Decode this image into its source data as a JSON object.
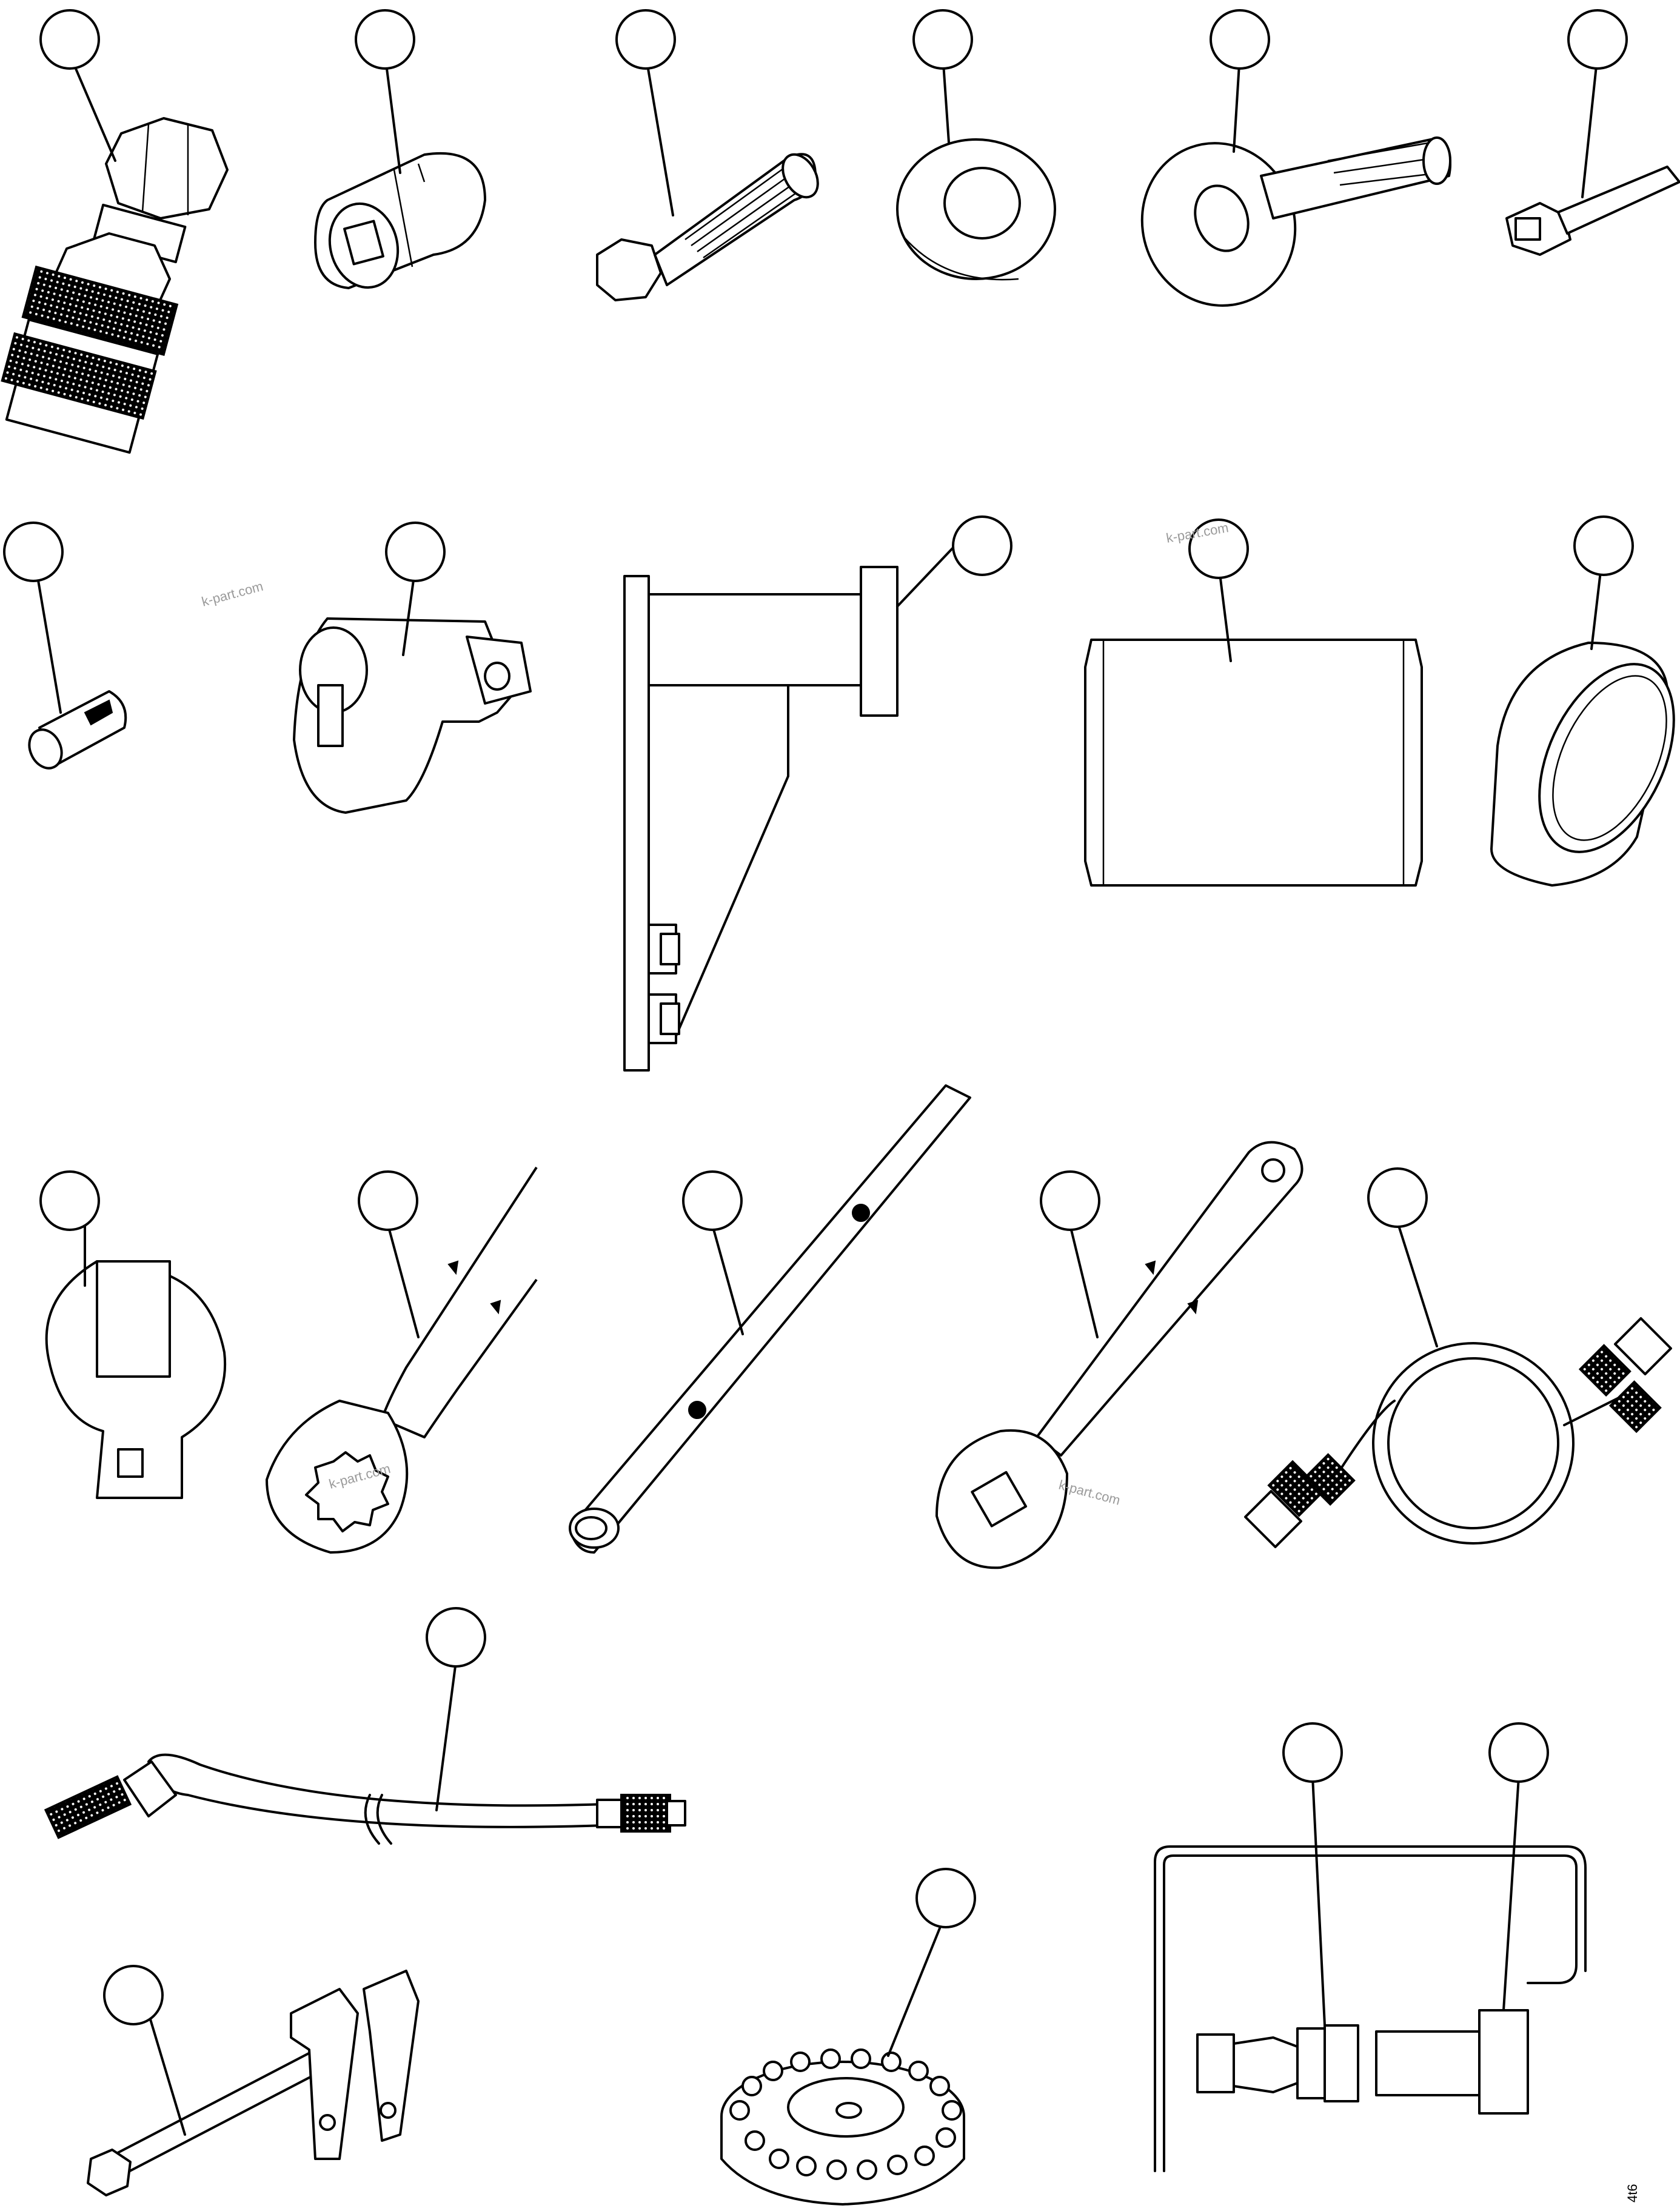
{
  "watermarks": [
    "k-part.com",
    "k-part.com",
    "k-part.com",
    "k-part.com"
  ],
  "figure_code": "4t6"
}
